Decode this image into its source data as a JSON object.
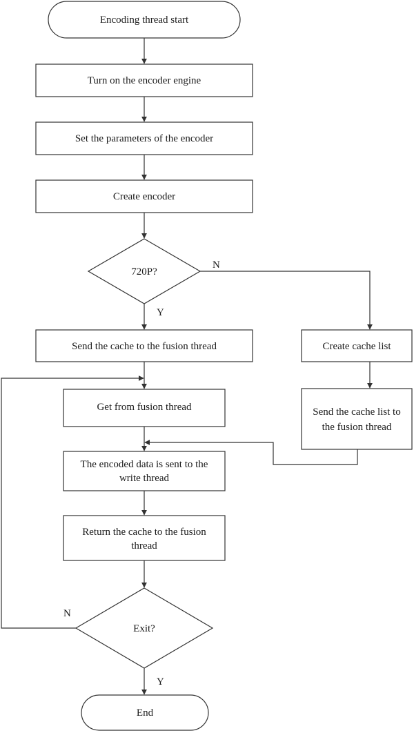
{
  "nodes": {
    "start": "Encoding thread start",
    "turn_on_engine": "Turn on the encoder engine",
    "set_parameters": "Set the parameters of the encoder",
    "create_encoder": "Create encoder",
    "decision_720p": "720P?",
    "send_cache_to_fusion": "Send the cache to the fusion thread",
    "create_cache_list": "Create cache list",
    "get_from_fusion": "Get from fusion thread",
    "send_cache_list": {
      "line1": "Send the cache list to",
      "line2": "the fusion thread"
    },
    "encoded_data_sent": {
      "line1": "The encoded data is sent to the",
      "line2": "write thread"
    },
    "return_cache": {
      "line1": "Return the cache to the fusion",
      "line2": "thread"
    },
    "decision_exit": "Exit?",
    "end": "End"
  },
  "edge_labels": {
    "p720_no": "N",
    "p720_yes": "Y",
    "exit_no": "N",
    "exit_yes": "Y"
  }
}
